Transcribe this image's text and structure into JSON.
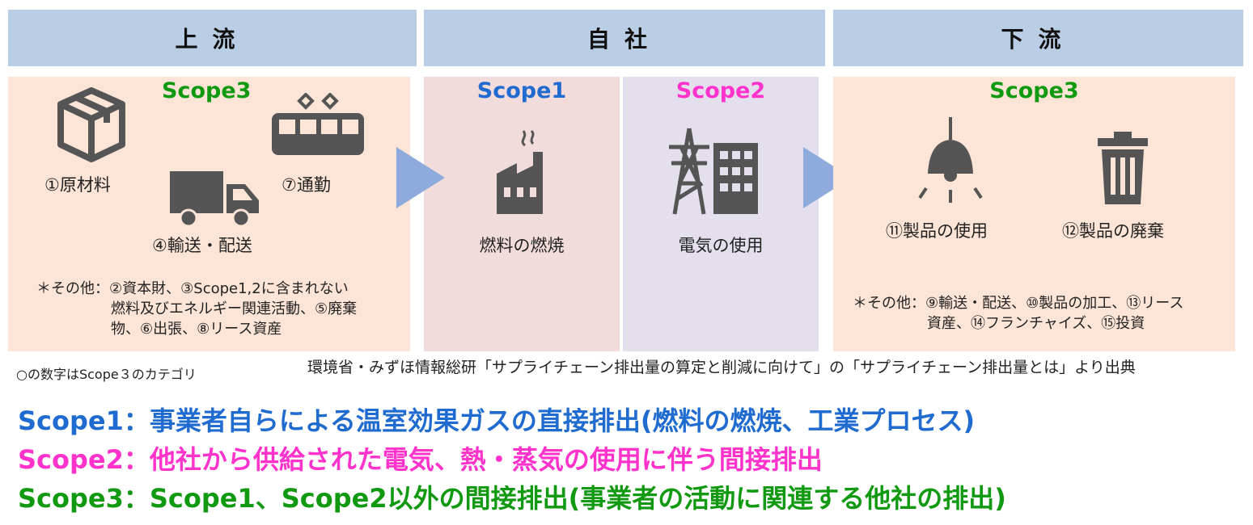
{
  "headers": {
    "upstream": "上流",
    "company": "自社",
    "downstream": "下流"
  },
  "upstream": {
    "scope": "Scope3",
    "items": [
      "①原材料",
      "⑦通勤",
      "④輸送・配送"
    ],
    "note_lines": [
      "＊その他：②資本財、③Scope1,2に含まれない",
      "燃料及びエネルギー関連活動、⑤廃棄",
      "物、⑥出張、⑧リース資産"
    ]
  },
  "company": {
    "scope1": {
      "scope": "Scope1",
      "item": "燃料の燃焼"
    },
    "scope2": {
      "scope": "Scope2",
      "item": "電気の使用"
    }
  },
  "downstream": {
    "scope": "Scope3",
    "items": [
      "⑪製品の使用",
      "⑫製品の廃棄"
    ],
    "note_lines": [
      "＊その他：⑨輸送・配送、⑩製品の加工、⑬リース",
      "資産、⑭フランチャイズ、⑮投資"
    ]
  },
  "category_note": "○の数字はScope３のカテゴリ",
  "source": "環境省・みずほ情報総研「サプライチェーン排出量の算定と削減に向けて」の「サプライチェーン排出量とは」より出典",
  "definitions": [
    "Scope1：事業者自らによる温室効果ガスの直接排出(燃料の燃焼、工業プロセス)",
    "Scope2：他社から供給された電気、熱・蒸気の使用に伴う間接排出",
    "Scope3：Scope1、Scope2以外の間接排出(事業者の活動に関連する他社の排出)"
  ],
  "colors": {
    "header": "#b9cde5",
    "peach": "#fce4d6",
    "scope1_bg": "#f2dcdb",
    "scope2_bg": "#e4dfec",
    "arrow": "#8faadc",
    "scope1": "#1f6bd0",
    "scope2": "#ff33cc",
    "scope3": "#119a11"
  }
}
